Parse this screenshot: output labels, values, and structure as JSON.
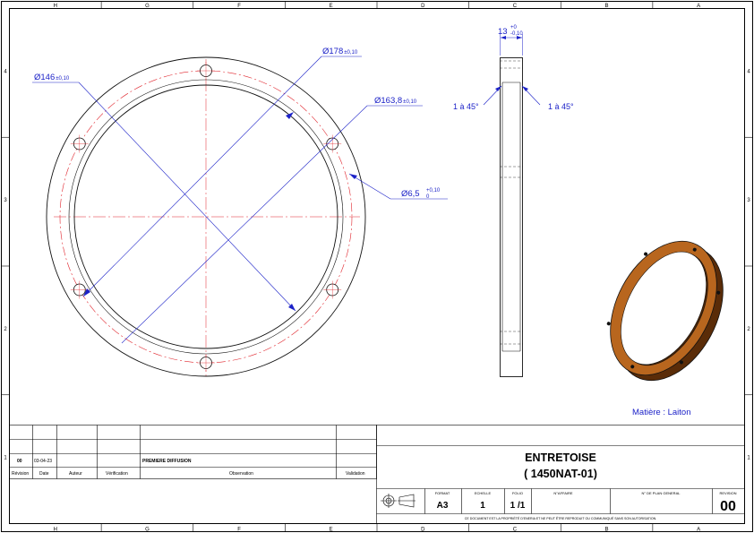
{
  "border_columns": [
    "H",
    "G",
    "F",
    "E",
    "D",
    "C",
    "B",
    "A"
  ],
  "border_rows": [
    "4",
    "3",
    "2",
    "1"
  ],
  "dimensions": {
    "outer_diameter": "Ø178",
    "outer_tol": "±0,10",
    "inner_diameter": "Ø146",
    "inner_tol": "±0,10",
    "bolt_circle": "Ø163,8",
    "bolt_tol": "±0,10",
    "hole_diameter": "Ø6,5",
    "hole_tol_upper": "+0,10",
    "hole_tol_lower": "0",
    "thickness": "13",
    "thickness_tol_upper": "+0",
    "thickness_tol_lower": "-0,10",
    "chamfer_left": "1 à 45°",
    "chamfer_right": "1 à 45°"
  },
  "colors": {
    "dimension": "#1c22c8",
    "centerline": "#e0242c",
    "part_outline": "#111111",
    "brass_dark": "#5a2c08",
    "brass_light": "#b8661e"
  },
  "material_note": "Matière : Laiton",
  "revision_table": {
    "rows": [
      {
        "revision": "00",
        "date": "03-04-23",
        "auteur": "",
        "verification": "",
        "observation": "PREMIERE DIFFUSION",
        "validation": ""
      }
    ],
    "headers": {
      "revision": "Révision",
      "date": "Date",
      "auteur": "Auteur",
      "verification": "Vérification",
      "observation": "Observation",
      "validation": "Validation"
    }
  },
  "title_block": {
    "title": "ENTRETOISE",
    "reference": "( 1450NAT-01)",
    "format_label": "FORMAT",
    "format_value": "A3",
    "scale_label": "ECHELLE",
    "scale_value": "1",
    "sheet_label": "FOLIO",
    "sheet_value": "1 /1",
    "affaire_label": "N°AFFAIRE",
    "affaire_value": "",
    "plan_label": "N° DE PLAN GENERAL",
    "plan_value": "",
    "revision_label": "REVISION",
    "revision_value": "00",
    "confidentiality": "CE DOCUMENT EST LA PROPRIÉTÉ D'ENERIA ET NE PEUT ÊTRE REPRODUIT OU COMMUNIQUÉ SANS SON AUTORISATION."
  }
}
